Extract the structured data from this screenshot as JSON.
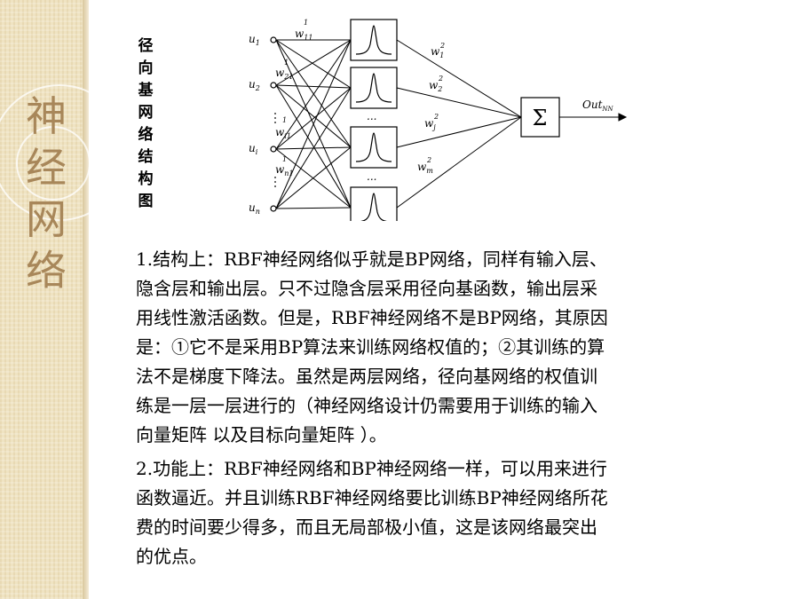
{
  "sidebar": {
    "title_chars": [
      "神",
      "经",
      "网",
      "络"
    ],
    "background_color": "#efe3c2",
    "title_color": "#a8875a"
  },
  "diagram_label_chars": [
    "径",
    "向",
    "基",
    "网",
    "络",
    "结",
    "构",
    "图"
  ],
  "diagram": {
    "inputs": [
      {
        "base": "u",
        "sub": "1"
      },
      {
        "base": "u",
        "sub": "2"
      },
      {
        "base": "u",
        "sub": "i"
      },
      {
        "base": "u",
        "sub": "n"
      }
    ],
    "input_weights": [
      {
        "base": "w",
        "sub": "11",
        "sup": "1"
      },
      {
        "base": "w",
        "sub": "21",
        "sup": "1"
      },
      {
        "base": "w",
        "sub": "i1",
        "sup": "1"
      },
      {
        "base": "w",
        "sub": "n1",
        "sup": "1"
      }
    ],
    "output_weights": [
      {
        "base": "w",
        "sub": "1",
        "sup": "2"
      },
      {
        "base": "w",
        "sub": "2",
        "sup": "2"
      },
      {
        "base": "w",
        "sub": "j",
        "sup": "2"
      },
      {
        "base": "w",
        "sub": "m",
        "sup": "2"
      }
    ],
    "ellipsis": "...",
    "sum_symbol": "Σ",
    "output": {
      "base": "Out",
      "sub": "NN"
    }
  },
  "paragraphs": [
    "1.结构上：RBF神经网络似乎就是BP网络，同样有输入层、\n隐含层和输出层。只不过隐含层采用径向基函数，输出层采\n用线性激活函数。但是，RBF神经网络不是BP网络，其原因\n是：①它不是采用BP算法来训练网络权值的；②其训练的算\n法不是梯度下降法。虽然是两层网络，径向基网络的权值训\n练是一层一层进行的（神经网络设计仍需要用于训练的输入\n向量矩阵 以及目标向量矩阵 ）。",
    "2.功能上：RBF神经网络和BP神经网络一样，可以用来进行\n函数逼近。并且训练RBF神经网络要比训练BP神经网络所花\n费的时间要少得多，而且无局部极小值，这是该网络最突出\n的优点。"
  ]
}
